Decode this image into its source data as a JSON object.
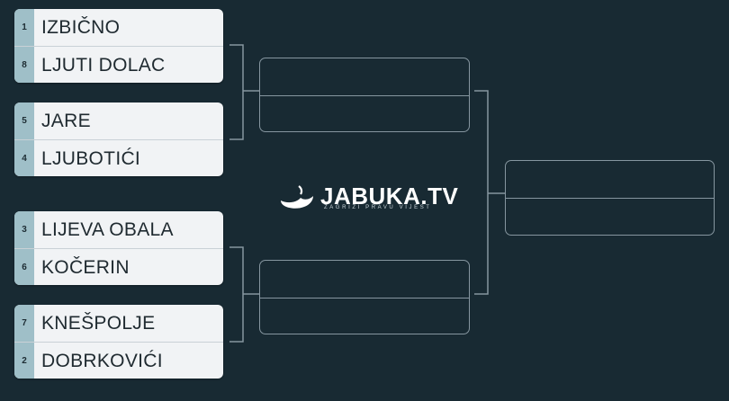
{
  "colors": {
    "background": "#182a33",
    "seed": "#9fbfc8",
    "line": "#8696a0"
  },
  "logo": {
    "icon": "apple-bite-icon",
    "text": "JABUKA.TV",
    "tagline": "ZAGRIZI PRAVU VIJEST"
  },
  "matches": [
    {
      "teams": [
        {
          "seed": "1",
          "name": "IZBIČNO"
        },
        {
          "seed": "8",
          "name": "LJUTI DOLAC"
        }
      ]
    },
    {
      "teams": [
        {
          "seed": "5",
          "name": "JARE"
        },
        {
          "seed": "4",
          "name": "LJUBOTIĆI"
        }
      ]
    },
    {
      "teams": [
        {
          "seed": "3",
          "name": "LIJEVA OBALA"
        },
        {
          "seed": "6",
          "name": "KOČERIN"
        }
      ]
    },
    {
      "teams": [
        {
          "seed": "7",
          "name": "KNEŠPOLJE"
        },
        {
          "seed": "2",
          "name": "DOBRKOVIĆI"
        }
      ]
    }
  ]
}
